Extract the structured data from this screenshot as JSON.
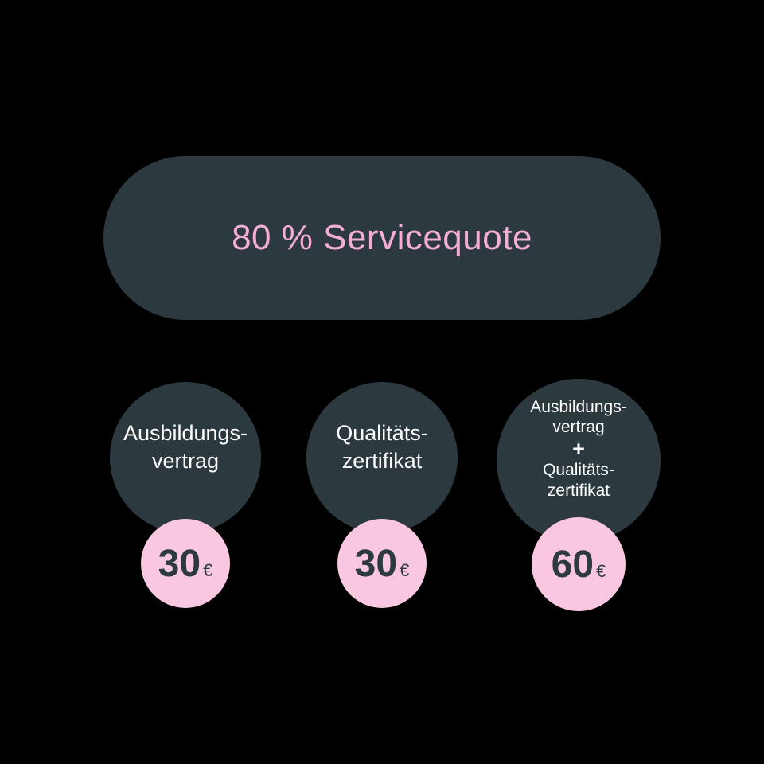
{
  "colors": {
    "background": "#000000",
    "shape_dark": "#2c3a40",
    "pink_badge": "#f9c8e0",
    "pink_title": "#f3aed2",
    "circle_text": "#ffffff",
    "price_text": "#2c3a40"
  },
  "banner": {
    "title": "80 % Servicequote"
  },
  "cards": [
    {
      "line1": "Ausbildungs-",
      "line2": "vertrag",
      "price": "30",
      "currency": "€"
    },
    {
      "line1": "Qualitäts-",
      "line2": "zertifikat",
      "price": "30",
      "currency": "€"
    },
    {
      "line1": "Ausbildungs-",
      "line2": "vertrag",
      "plus": "+",
      "line3": "Qualitäts-",
      "line4": "zertifikat",
      "price": "60",
      "currency": "€"
    }
  ]
}
